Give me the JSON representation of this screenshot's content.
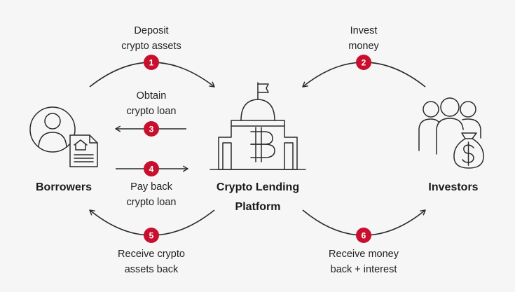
{
  "diagram": {
    "accent_color": "#c8102e",
    "line_color": "#2a2a2a",
    "nodes": {
      "borrowers": {
        "title": "Borrowers",
        "icon": "borrower-with-document-icon"
      },
      "platform": {
        "title": "Crypto Lending\nPlatform",
        "icon": "bitcoin-building-with-flag-icon"
      },
      "investors": {
        "title": "Investors",
        "icon": "people-with-money-bag-icon"
      }
    },
    "steps": [
      {
        "number": "1",
        "label": "Deposit\ncrypto assets"
      },
      {
        "number": "2",
        "label": "Invest\nmoney"
      },
      {
        "number": "3",
        "label": "Obtain\ncrypto loan"
      },
      {
        "number": "4",
        "label": "Pay back\ncrypto loan"
      },
      {
        "number": "5",
        "label": "Receive crypto\nassets back"
      },
      {
        "number": "6",
        "label": "Receive money\nback + interest"
      }
    ]
  }
}
